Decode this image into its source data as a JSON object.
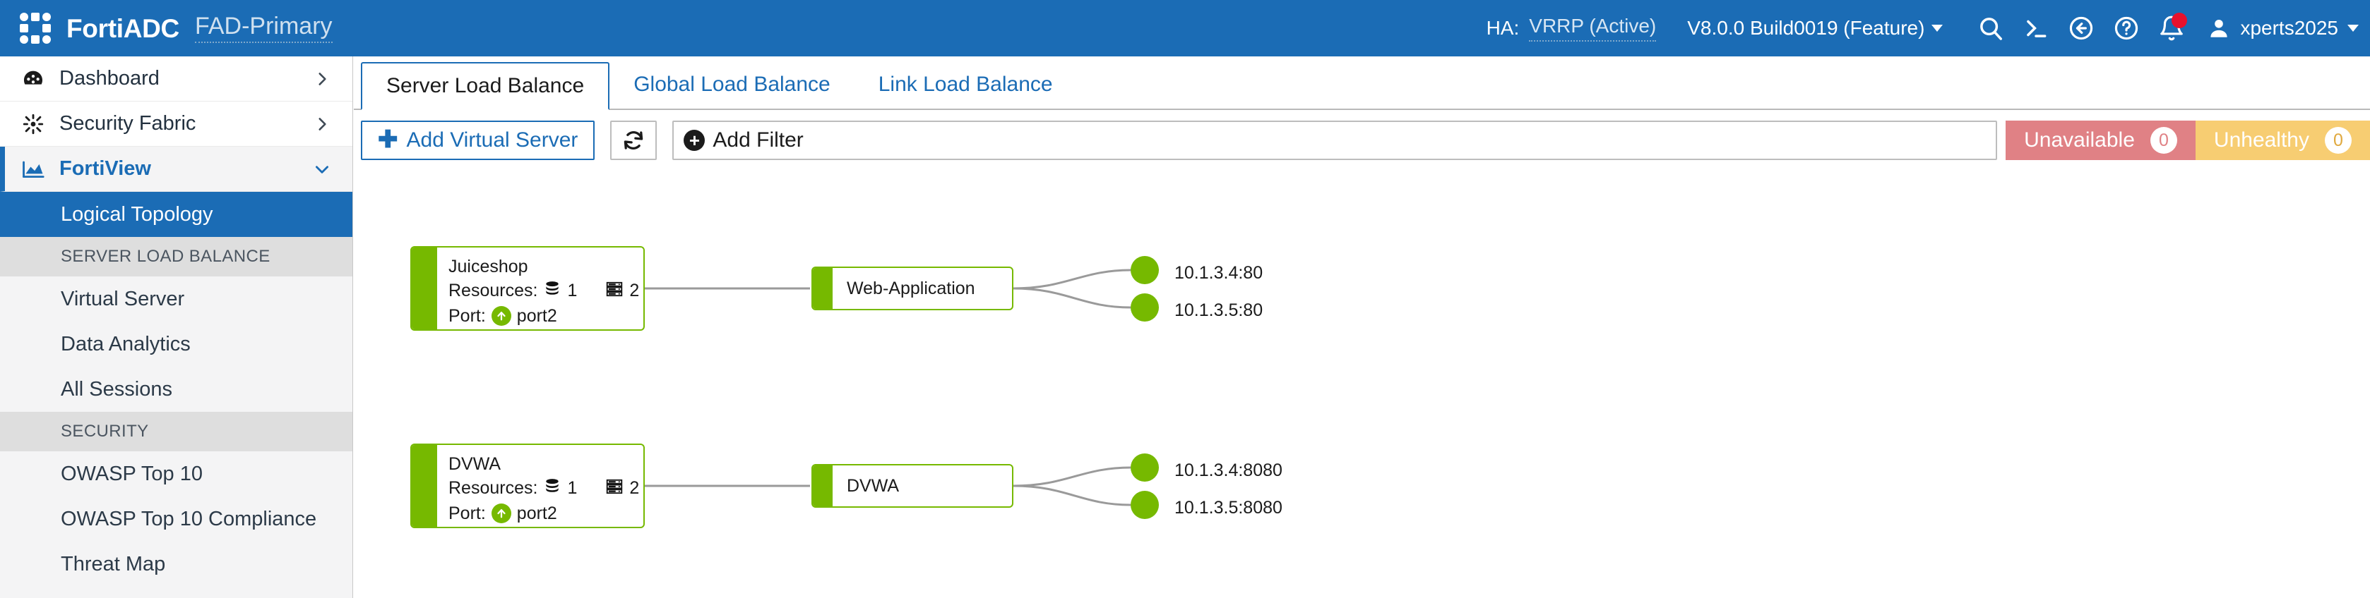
{
  "header": {
    "brand": "FortiADC",
    "device_name": "FAD-Primary",
    "ha_label": "HA:",
    "ha_value": "VRRP (Active)",
    "version": "V8.0.0 Build0019 (Feature)",
    "username": "xperts2025",
    "icons": [
      "search-icon",
      "cli-console-icon",
      "back-arrow-icon",
      "help-icon",
      "notification-bell-icon",
      "user-avatar-icon"
    ],
    "accent": "#1b6cb5"
  },
  "sidebar": {
    "items": [
      {
        "label": "Dashboard",
        "icon": "dashboard-icon",
        "expandable": true,
        "state": "collapsed"
      },
      {
        "label": "Security Fabric",
        "icon": "security-fabric-icon",
        "expandable": true,
        "state": "collapsed"
      },
      {
        "label": "FortiView",
        "icon": "fortiview-icon",
        "expandable": true,
        "state": "expanded"
      }
    ],
    "subitems": [
      {
        "label": "Logical Topology",
        "selected": true
      },
      {
        "label": "SERVER LOAD BALANCE",
        "type": "section"
      },
      {
        "label": "Virtual Server",
        "selected": false
      },
      {
        "label": "Data Analytics",
        "selected": false
      },
      {
        "label": "All Sessions",
        "selected": false
      },
      {
        "label": "SECURITY",
        "type": "section"
      },
      {
        "label": "OWASP Top 10",
        "selected": false
      },
      {
        "label": "OWASP Top 10 Compliance",
        "selected": false
      },
      {
        "label": "Threat Map",
        "selected": false
      }
    ]
  },
  "tabs": [
    {
      "label": "Server Load Balance",
      "active": true
    },
    {
      "label": "Global Load Balance",
      "active": false
    },
    {
      "label": "Link Load Balance",
      "active": false
    }
  ],
  "toolbar": {
    "add_virtual_server": "Add Virtual Server",
    "refresh_icon": "refresh-icon",
    "add_filter": "Add Filter",
    "filter_value": "",
    "badges": [
      {
        "label": "Unavailable",
        "count": "0",
        "color": "#e08185"
      },
      {
        "label": "Unhealthy",
        "count": "0",
        "color": "#f7cd72"
      }
    ]
  },
  "topology": {
    "node_color": "#76b900",
    "resources_label": "Resources:",
    "port_label": "Port:",
    "rows": [
      {
        "vs": {
          "name": "Juiceshop",
          "pool_count": "1",
          "server_count": "2",
          "port": "port2"
        },
        "app": {
          "name": "Web-Application"
        },
        "members": [
          {
            "label": "10.1.3.4:80",
            "status": "healthy"
          },
          {
            "label": "10.1.3.5:80",
            "status": "healthy"
          }
        ]
      },
      {
        "vs": {
          "name": "DVWA",
          "pool_count": "1",
          "server_count": "2",
          "port": "port2"
        },
        "app": {
          "name": "DVWA"
        },
        "members": [
          {
            "label": "10.1.3.4:8080",
            "status": "healthy"
          },
          {
            "label": "10.1.3.5:8080",
            "status": "healthy"
          }
        ]
      }
    ]
  }
}
